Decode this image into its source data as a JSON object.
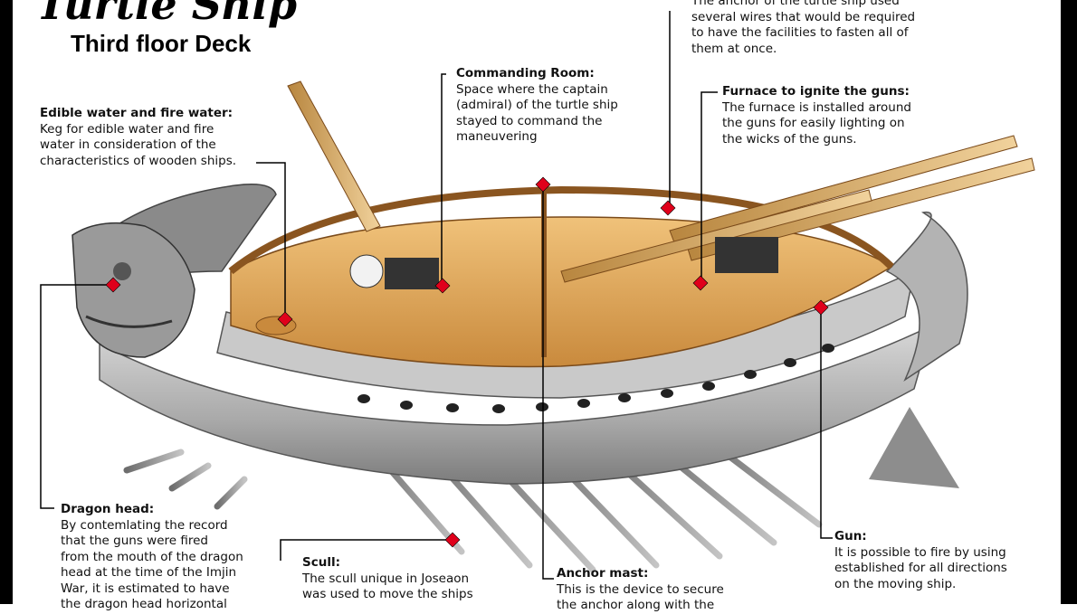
{
  "title": "Turtle Ship",
  "subtitle": "Third floor Deck",
  "annotations": {
    "anchor_wires": {
      "body": "The anchor of the turtle ship used\nseveral wires that would be required\nto have the facilities to fasten all of\nthem at once."
    },
    "commanding_room": {
      "head": "Commanding Room:",
      "body": "Space where the captain\n(admiral) of the turtle ship\nstayed to command the\nmaneuvering"
    },
    "furnace": {
      "head": "Furnace to ignite the guns:",
      "body": "The furnace is installed around\nthe guns for easily lighting on\nthe wicks of the guns."
    },
    "edible_water": {
      "head": "Edible water and fire water:",
      "body": "Keg for edible water and fire\nwater in consideration of the\ncharacteristics of wooden ships."
    },
    "dragon_head": {
      "head": "Dragon head:",
      "body": "By contemlating the record\nthat the guns were fired\nfrom the mouth of the dragon\nhead at the time of the Imjin\nWar, it is estimated to have\nthe dragon head horizontal"
    },
    "scull": {
      "head": "Scull:",
      "body": "The scull unique in Joseaon\nwas used to move the ships"
    },
    "anchor_mast": {
      "head": "Anchor mast:",
      "body": "This is the device to secure\nthe anchor along with the"
    },
    "gun": {
      "head": "Gun:",
      "body": "It is possible to fire by using\nestablished for all directions\non the moving ship."
    }
  },
  "colors": {
    "marker": "#e0001b",
    "deck_wood": "#d9a35c",
    "hull_gray": "#b8b8b8",
    "leader_line": "#000000"
  }
}
